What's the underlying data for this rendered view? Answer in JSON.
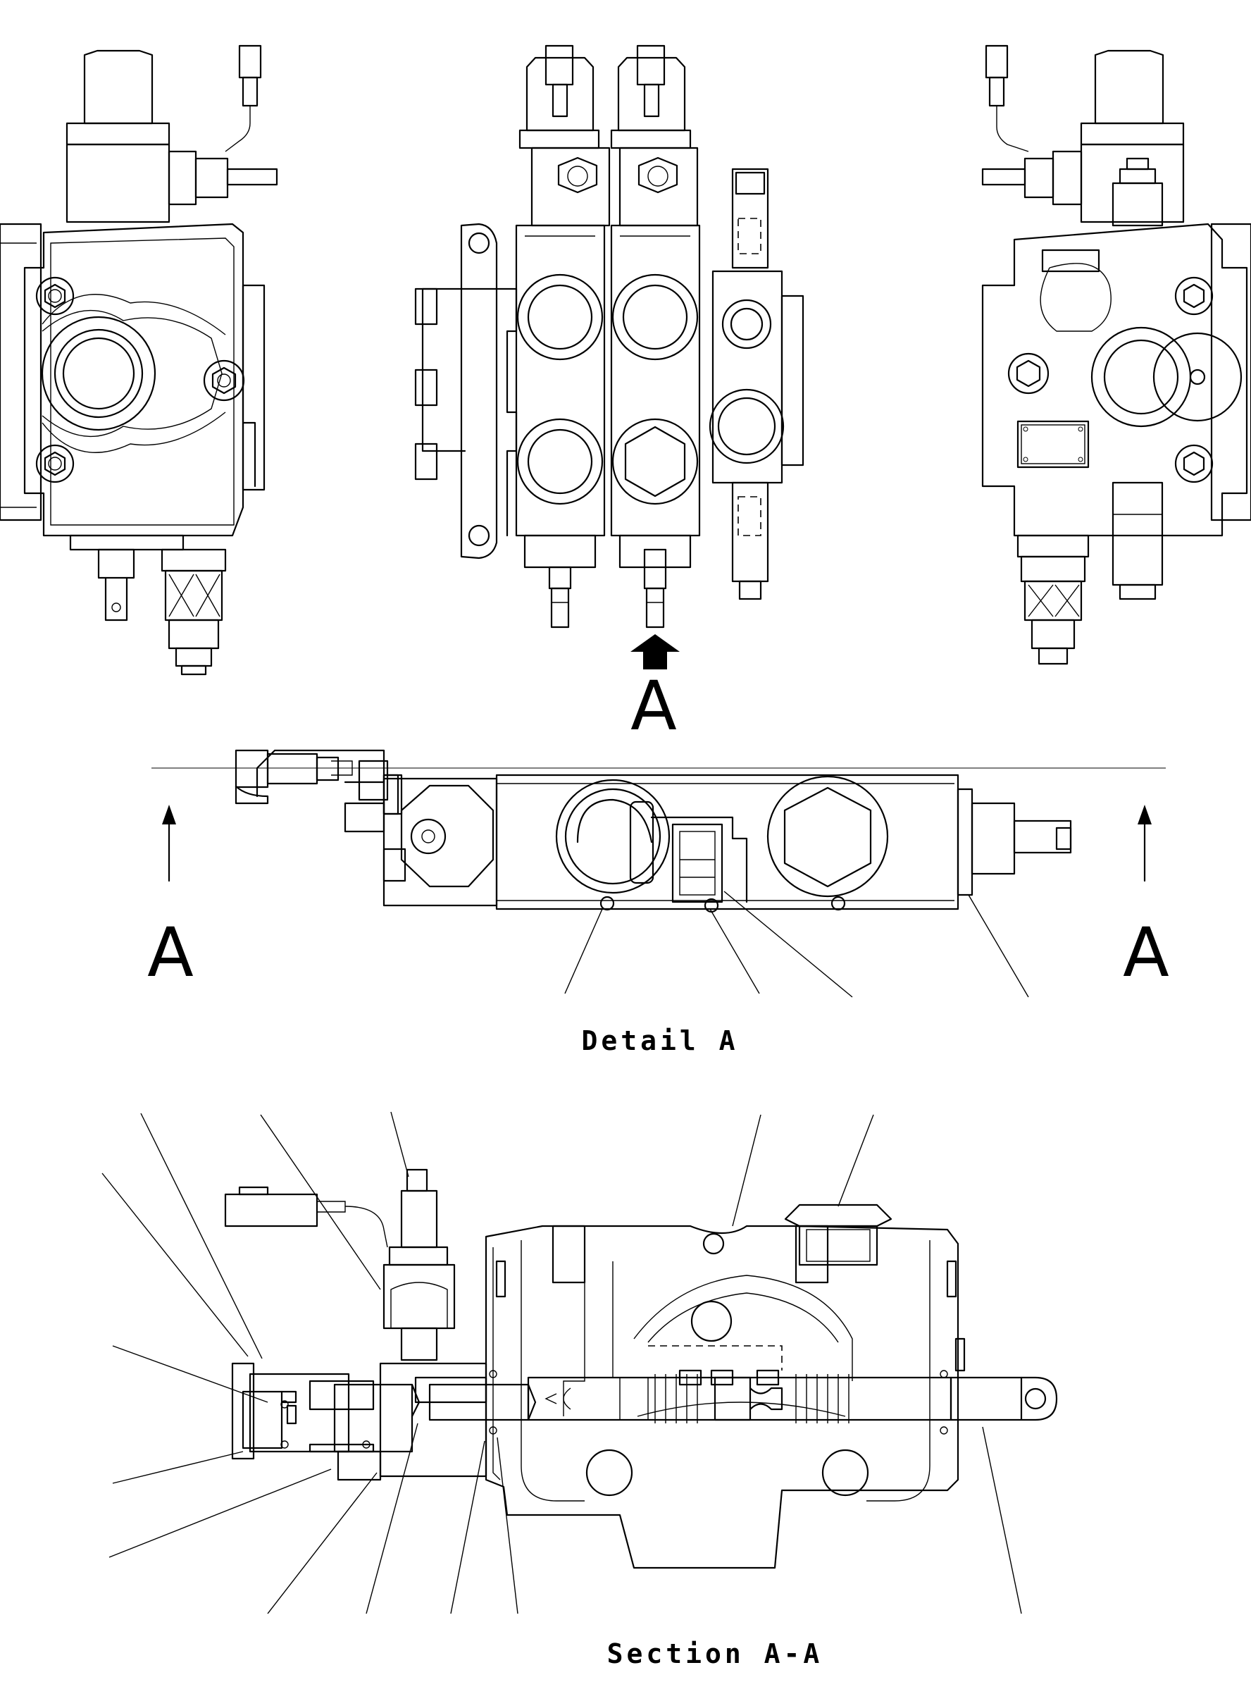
{
  "view_marker": "A",
  "section_marker_left": "A",
  "section_marker_right": "A",
  "detail_caption": "Detail A",
  "section_caption": "Section A-A"
}
